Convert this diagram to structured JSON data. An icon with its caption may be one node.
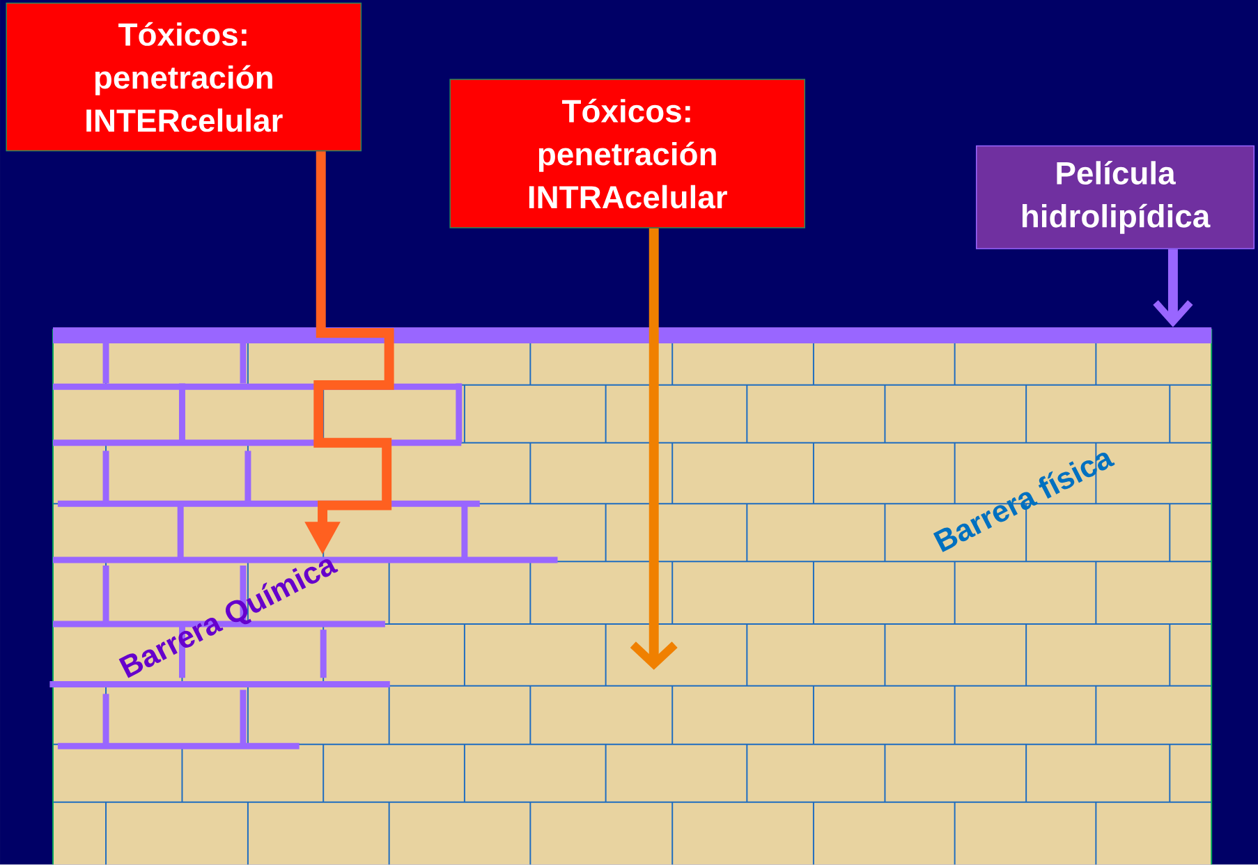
{
  "diagram": {
    "nodes": [
      {
        "text": [
          "Tóxicos: penetración INTERcelular"
        ]
      },
      {
        "text": [
          "Tóxicos: penetración INTRAcelular"
        ]
      },
      {
        "text": [
          "Película hidrolipídica"
        ]
      },
      {
        "text": [],
        "shape": "bar"
      }
    ],
    "edges": [
      {
        "from": 0,
        "to": null,
        "arrow": "to",
        "color": "#ff6020"
      },
      {
        "from": 1,
        "to": null,
        "arrow": "to",
        "color": "#f08000"
      },
      {
        "from": 2,
        "to": 3,
        "arrow": "to",
        "color": "#9966ff"
      }
    ],
    "labels": [
      "Barrera Química",
      "Barrera física"
    ]
  }
}
